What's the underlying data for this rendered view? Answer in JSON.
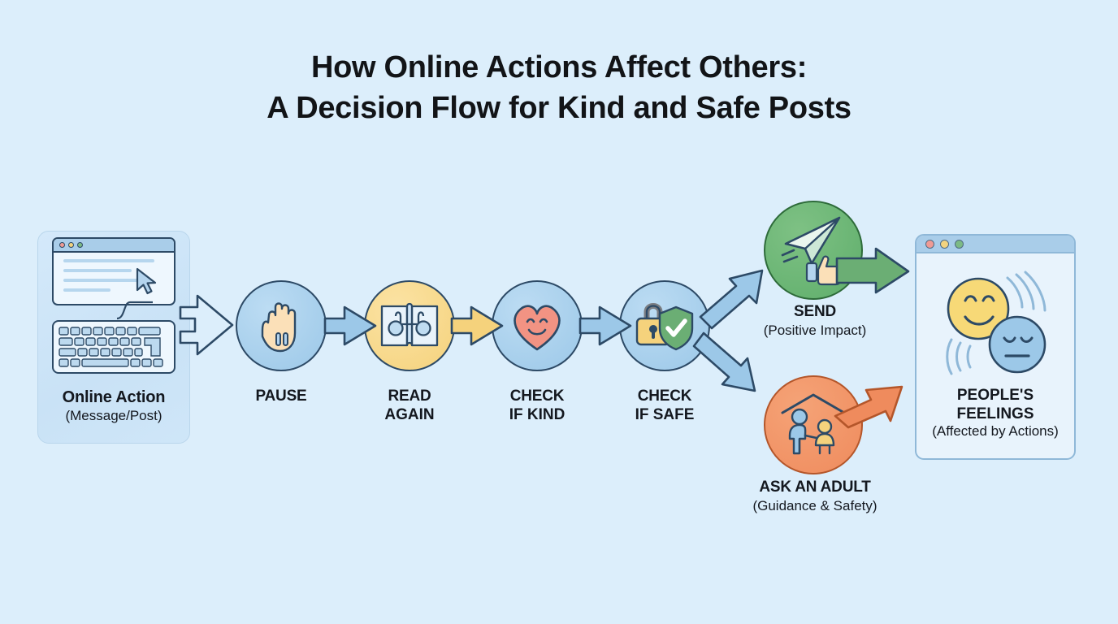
{
  "title": {
    "line1": "How Online Actions Affect Others:",
    "line2": "A Decision Flow for Kind and Safe Posts"
  },
  "colors": {
    "background": "#dceefb",
    "outline": "#2d4a66",
    "blue": "#9cc8e8",
    "yellow": "#f5d27c",
    "green": "#5fae6b",
    "orange": "#ef8b5d",
    "text": "#121417"
  },
  "start": {
    "label": "Online Action",
    "sublabel": "(Message/Post)",
    "icons": [
      "browser-window-icon",
      "mouse-cursor-icon",
      "keyboard-icon"
    ]
  },
  "steps": [
    {
      "id": "pause",
      "label": "PAUSE",
      "sublabel": "",
      "color": "blue",
      "icon": "hand-stop-icon"
    },
    {
      "id": "read",
      "label": "READ",
      "sublabel": "AGAIN",
      "color": "yellow",
      "icon": "book-glasses-icon"
    },
    {
      "id": "kind",
      "label": "CHECK",
      "sublabel": "IF KIND",
      "color": "blue",
      "icon": "smiling-heart-icon"
    },
    {
      "id": "safe",
      "label": "CHECK",
      "sublabel": "IF SAFE",
      "color": "blue",
      "icon": "lock-shield-check-icon"
    }
  ],
  "branches": [
    {
      "id": "send",
      "label": "SEND",
      "sublabel": "(Positive Impact)",
      "color": "green",
      "icon": "paper-plane-thumbs-up-icon"
    },
    {
      "id": "adult",
      "label": "ASK AN ADULT",
      "sublabel": "(Guidance & Safety)",
      "color": "orange",
      "icon": "adult-child-home-icon"
    }
  ],
  "outcome": {
    "label_line1": "PEOPLE'S",
    "label_line2": "FEELINGS",
    "sublabel": "(Affected by Actions)",
    "icons": [
      "happy-face-icon",
      "sad-face-icon",
      "window-frame-icon"
    ],
    "window_dots": [
      "red",
      "yellow",
      "green"
    ]
  },
  "arrows": [
    {
      "from": "start",
      "to": "pause",
      "style": "outline-blue"
    },
    {
      "from": "pause",
      "to": "read",
      "style": "filled-blue"
    },
    {
      "from": "read",
      "to": "kind",
      "style": "filled-yellow"
    },
    {
      "from": "kind",
      "to": "safe",
      "style": "filled-blue"
    },
    {
      "from": "safe",
      "to": "send",
      "style": "filled-blue-diagonal-up"
    },
    {
      "from": "safe",
      "to": "adult",
      "style": "filled-blue-diagonal-down"
    },
    {
      "from": "send",
      "to": "outcome",
      "style": "filled-green"
    },
    {
      "from": "adult",
      "to": "outcome",
      "style": "filled-orange"
    }
  ]
}
